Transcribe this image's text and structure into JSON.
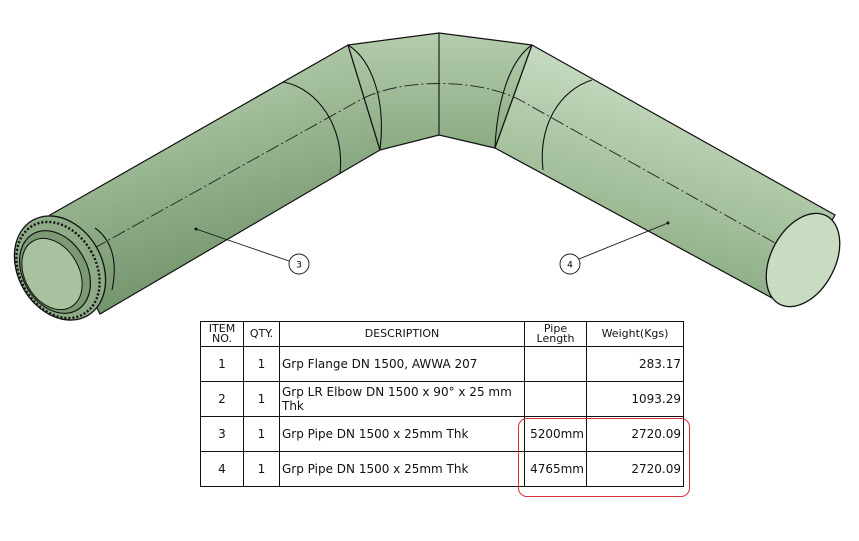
{
  "callouts": {
    "pipe_left": "3",
    "pipe_right": "4"
  },
  "colors": {
    "pipe_fill": "#9dba95",
    "pipe_dark": "#6f9068",
    "pipe_light": "#c3d8bd",
    "highlight": "#d8313a"
  },
  "table": {
    "headers": {
      "item_line1": "ITEM",
      "item_line2": "NO.",
      "qty": "QTY.",
      "description": "DESCRIPTION",
      "length_line1": "Pipe",
      "length_line2": "Length",
      "weight": "Weight(Kgs)"
    },
    "rows": [
      {
        "item": "1",
        "qty": "1",
        "description": "Grp Flange DN 1500, AWWA 207",
        "length": "",
        "weight": "283.17"
      },
      {
        "item": "2",
        "qty": "1",
        "description": "Grp LR Elbow DN 1500 x  90° x 25 mm Thk",
        "length": "",
        "weight": "1093.29"
      },
      {
        "item": "3",
        "qty": "1",
        "description": "Grp Pipe DN 1500 x 25mm Thk",
        "length": "5200mm",
        "weight": "2720.09"
      },
      {
        "item": "4",
        "qty": "1",
        "description": "Grp Pipe DN 1500 x 25mm Thk",
        "length": "4765mm",
        "weight": "2720.09"
      }
    ]
  }
}
